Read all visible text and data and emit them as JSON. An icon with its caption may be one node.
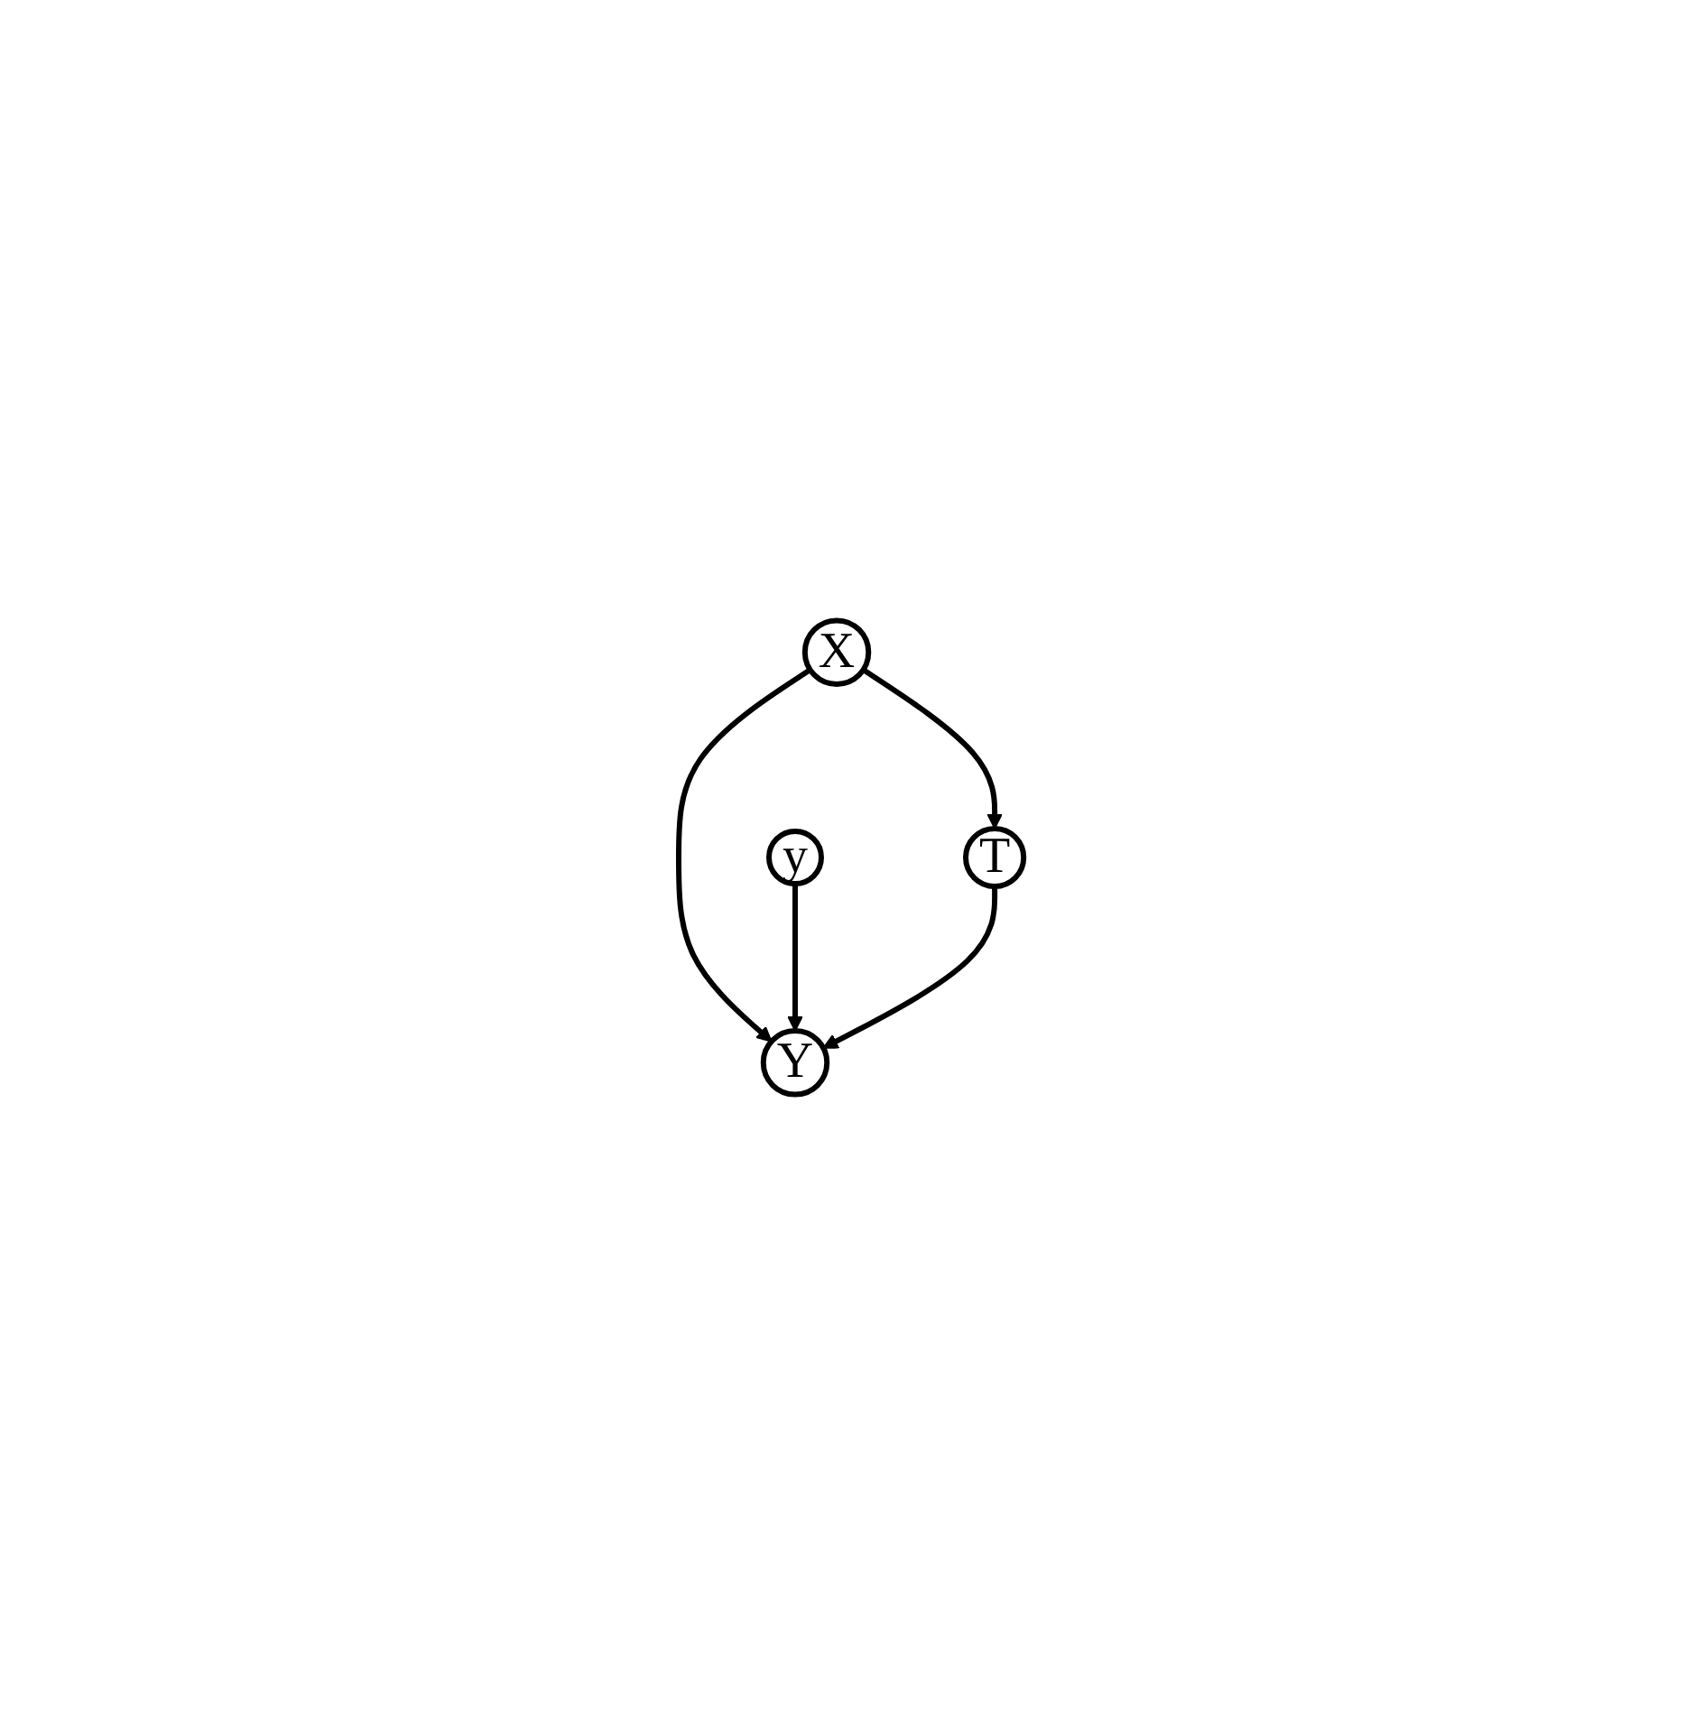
{
  "diagram": {
    "nodes": [
      {
        "text": [
          "X"
        ]
      },
      {
        "text": [
          "y"
        ]
      },
      {
        "text": [
          "T"
        ]
      },
      {
        "text": [
          "Y"
        ]
      }
    ],
    "edges": [
      {
        "from": 0,
        "to": 2,
        "arrow": "to"
      },
      {
        "from": 0,
        "to": 3,
        "arrow": "to"
      },
      {
        "from": 1,
        "to": 3,
        "arrow": "to"
      },
      {
        "from": 2,
        "to": 3,
        "arrow": "to"
      }
    ]
  }
}
